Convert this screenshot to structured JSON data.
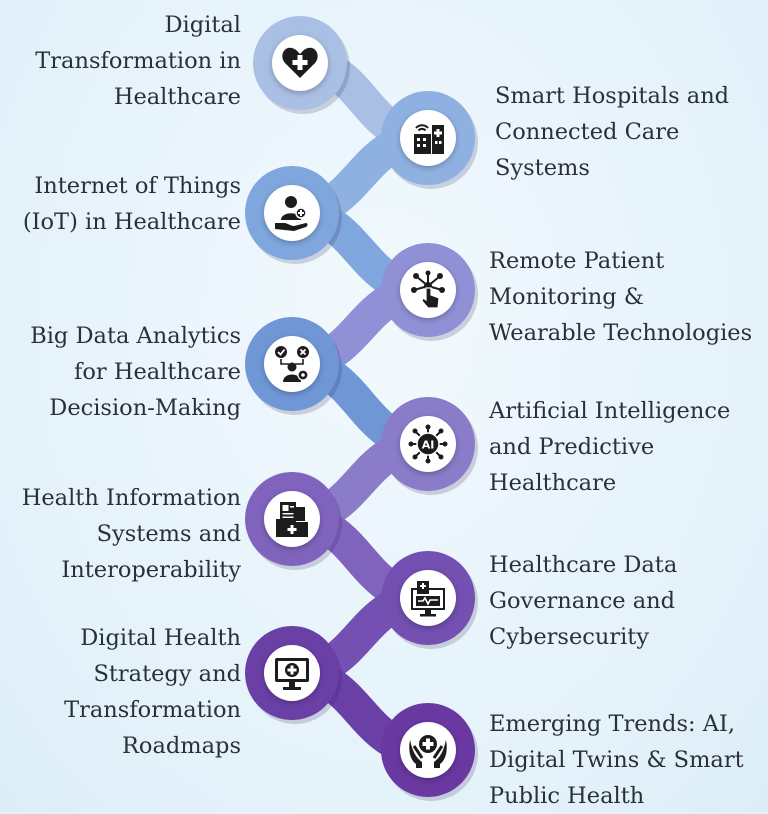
{
  "steps": [
    {
      "lines": [
        "Digital",
        "Transformation in",
        "Healthcare"
      ],
      "icon": "heart-plus-icon",
      "color": "#a9bfe3"
    },
    {
      "lines": [
        "Smart Hospitals and",
        "Connected Care",
        "Systems"
      ],
      "icon": "smart-hospital-icon",
      "color": "#8fb1e1"
    },
    {
      "lines": [
        "Internet of Things",
        "(IoT) in Healthcare"
      ],
      "icon": "patient-care-hand-icon",
      "color": "#7fa7dd"
    },
    {
      "lines": [
        "Remote Patient",
        "Monitoring &",
        "Wearable Technologies"
      ],
      "icon": "network-touch-icon",
      "color": "#8f90d6"
    },
    {
      "lines": [
        "Big Data Analytics",
        "for Healthcare",
        "Decision-Making"
      ],
      "icon": "decision-analytics-icon",
      "color": "#6f97d6"
    },
    {
      "lines": [
        "Artificial Intelligence",
        "and Predictive",
        "Healthcare"
      ],
      "icon": "ai-chip-icon",
      "color": "#8a7cc9"
    },
    {
      "lines": [
        "Health Information",
        "Systems and",
        "Interoperability"
      ],
      "icon": "medical-records-icon",
      "color": "#8063bd"
    },
    {
      "lines": [
        "Healthcare Data",
        "Governance and",
        "Cybersecurity"
      ],
      "icon": "secure-health-monitor-icon",
      "color": "#7350b1"
    },
    {
      "lines": [
        "Digital Health",
        "Strategy and",
        "Transformation",
        "Roadmaps"
      ],
      "icon": "digital-health-monitor-icon",
      "color": "#6a3fa6"
    },
    {
      "lines": [
        "Emerging Trends: AI,",
        "Digital Twins & Smart",
        "Public Health"
      ],
      "icon": "hands-care-icon",
      "color": "#6a38a1"
    }
  ]
}
